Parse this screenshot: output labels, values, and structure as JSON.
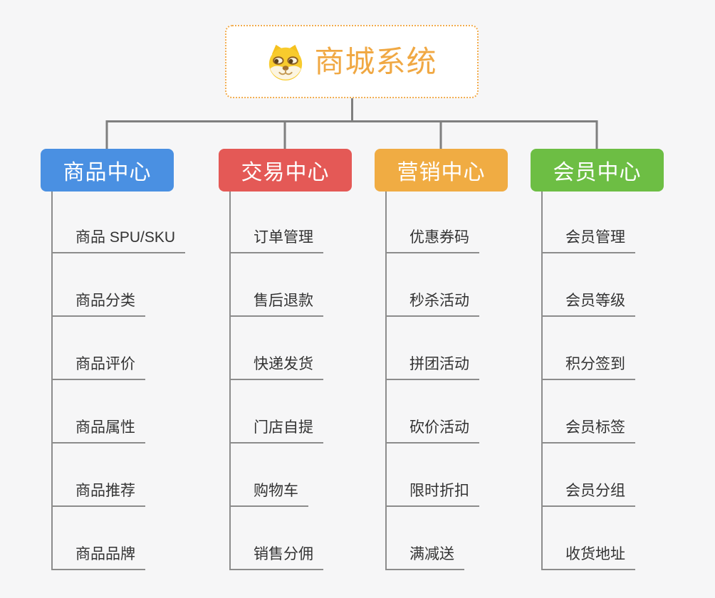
{
  "canvas": {
    "background_color": "#f6f6f7",
    "connector_color": "#7F7F7F",
    "child_line_color": "#8C8C8C",
    "child_text_color": "#333333"
  },
  "root": {
    "label": "商城系统",
    "icon": "dog-face-icon",
    "text_color": "#F0A843",
    "border_color": "#F2AC4E"
  },
  "branches": [
    {
      "label": "商品中心",
      "color": "#4A90E2",
      "children": [
        "商品 SPU/SKU",
        "商品分类",
        "商品评价",
        "商品属性",
        "商品推荐",
        "商品品牌"
      ]
    },
    {
      "label": "交易中心",
      "color": "#E45956",
      "children": [
        "订单管理",
        "售后退款",
        "快递发货",
        "门店自提",
        "购物车",
        "销售分佣"
      ]
    },
    {
      "label": "营销中心",
      "color": "#F0AC43",
      "children": [
        "优惠券码",
        "秒杀活动",
        "拼团活动",
        "砍价活动",
        "限时折扣",
        "满减送"
      ]
    },
    {
      "label": "会员中心",
      "color": "#6DBE44",
      "children": [
        "会员管理",
        "会员等级",
        "积分签到",
        "会员标签",
        "会员分组",
        "收货地址"
      ]
    }
  ]
}
